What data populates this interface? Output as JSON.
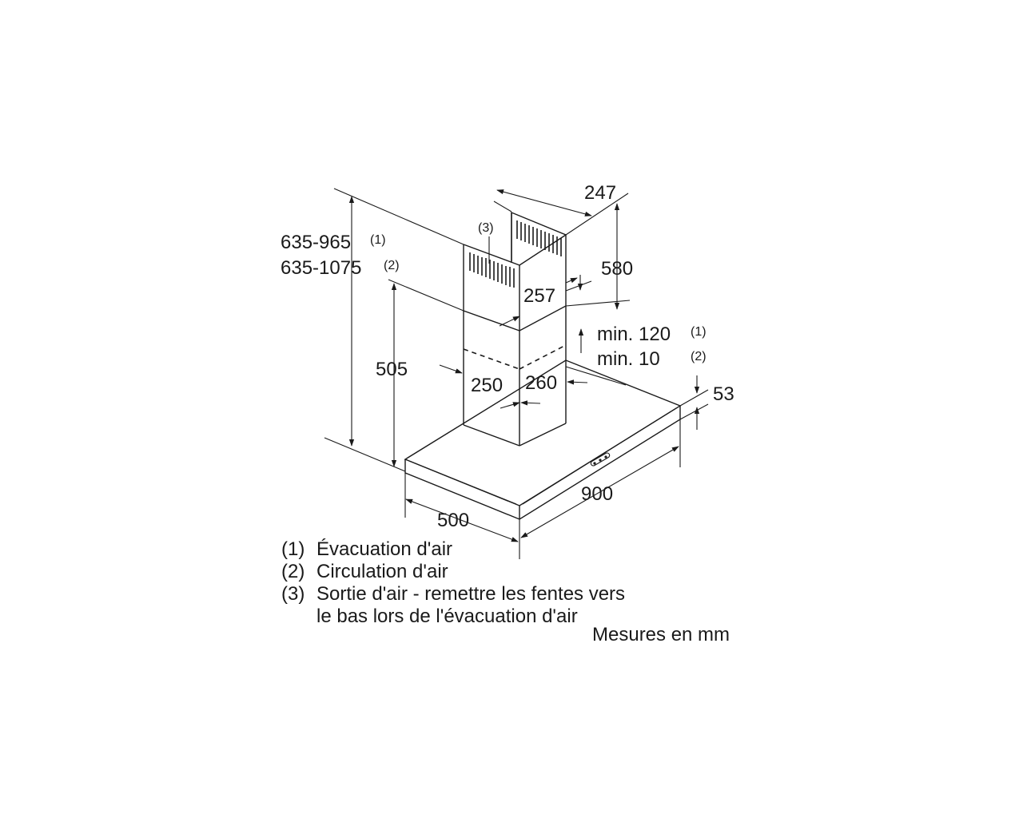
{
  "dimensions": {
    "total_height_1": "635-965",
    "total_height_1_ref": "(1)",
    "total_height_2": "635-1075",
    "total_height_2_ref": "(2)",
    "chimney_height": "505",
    "duct_depth": "247",
    "upper_duct_height": "580",
    "duct_width_upper": "257",
    "duct_width_lower": "250",
    "duct_depth_lower": "260",
    "gap_exhaust": "min. 120",
    "gap_exhaust_ref": "(1)",
    "gap_recirc": "min. 10",
    "gap_recirc_ref": "(2)",
    "canopy_height": "53",
    "hood_depth": "500",
    "hood_width": "900",
    "vent_ref": "(3)"
  },
  "legend": [
    {
      "mark": "(1)",
      "text": "Évacuation d'air"
    },
    {
      "mark": "(2)",
      "text": "Circulation d'air"
    },
    {
      "mark": "(3)",
      "text": "Sortie d'air - remettre les fentes vers",
      "cont": "le bas lors de l'évacuation d'air"
    }
  ],
  "units_note": "Mesures en mm"
}
